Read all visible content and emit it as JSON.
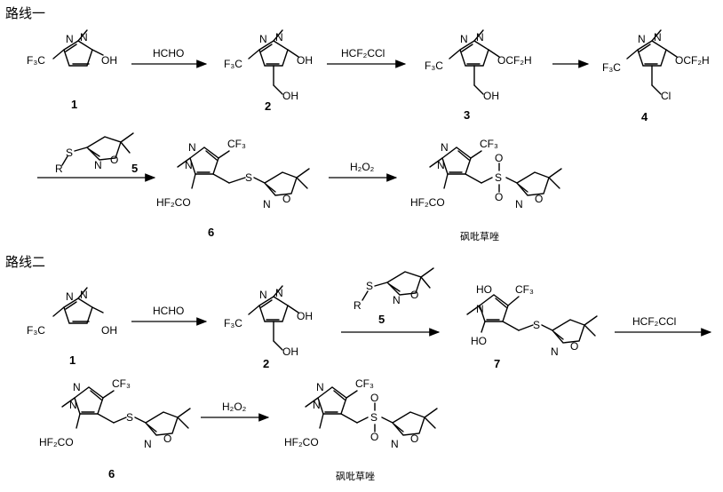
{
  "route1": {
    "title": "路线一",
    "arrows": [
      {
        "top": "HCHO"
      },
      {
        "top": "HCF₂CCl"
      },
      {
        "top": ""
      },
      {
        "reagent_label": "5",
        "reagent_group": "R"
      },
      {
        "top": "H₂O₂"
      }
    ],
    "compounds": [
      "1",
      "2",
      "3",
      "4",
      "6"
    ],
    "product_name": "砜吡草唑"
  },
  "route2": {
    "title": "路线二",
    "arrows": [
      {
        "top": "HCHO"
      },
      {
        "reagent_label": "5",
        "reagent_group": "R"
      },
      {
        "top": "HCF₂CCl"
      },
      {
        "top": "H₂O₂"
      }
    ],
    "compounds": [
      "1",
      "2",
      "7",
      "6"
    ],
    "product_name": "砜吡草唑"
  },
  "atoms": {
    "N": "N",
    "O": "O",
    "S": "S",
    "OH": "OH",
    "Cl": "Cl",
    "F3C": "F₃C",
    "CF3": "CF₃",
    "OCF2H": "OCF₂H",
    "HF2CO": "HF₂CO",
    "HO": "HO"
  }
}
